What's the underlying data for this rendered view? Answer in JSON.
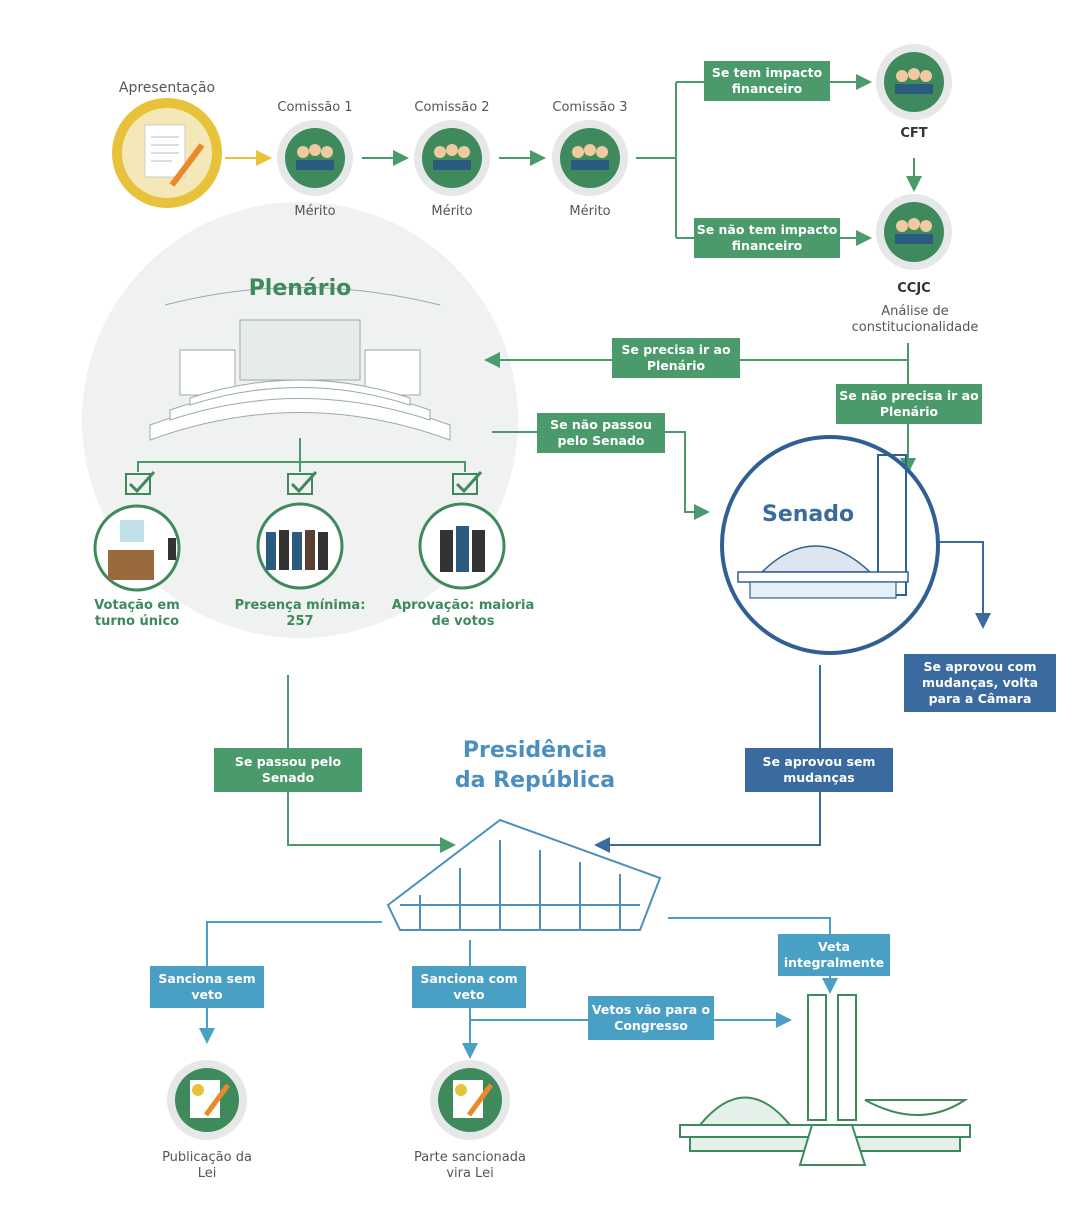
{
  "steps": {
    "apresentacao": "Apresentação",
    "comissao1": "Comissão 1",
    "comissao2": "Comissão 2",
    "comissao3": "Comissão 3",
    "merito": "Mérito",
    "cft": "CFT",
    "ccjc": "CCJC",
    "ccjc_desc": "Análise de constitucionalidade"
  },
  "branches": {
    "tem_impacto": "Se tem impacto financeiro",
    "nao_tem_impacto": "Se não tem impacto financeiro",
    "precisa_plenario": "Se precisa ir ao Plenário",
    "nao_precisa_plenario": "Se não precisa ir ao Plenário",
    "nao_passou_senado": "Se não passou pelo Senado",
    "passou_senado": "Se passou pelo Senado",
    "aprovou_sem_mudancas": "Se aprovou sem mudanças",
    "aprovou_com_mudancas": "Se aprovou com mudanças, volta para a Câmara",
    "sanciona_sem_veto": "Sanciona sem veto",
    "sanciona_com_veto": "Sanciona com veto",
    "veta_integralmente": "Veta integralmente",
    "vetos_congresso": "Vetos vão para o Congresso"
  },
  "plenario": {
    "title": "Plenário",
    "votacao": "Votação em turno único",
    "presenca": "Presença mínima: 257",
    "aprovacao": "Aprovação: maioria de votos"
  },
  "senado": {
    "title": "Senado"
  },
  "presidencia": {
    "line1": "Presidência",
    "line2": "da República"
  },
  "results": {
    "publicacao": "Publicação da Lei",
    "parte": "Parte sancionada vira Lei"
  },
  "colors": {
    "green": "#4b9a6b",
    "dark_green": "#3e8a5c",
    "blue": "#3a6a9e",
    "light_blue": "#4aa0c4",
    "yellow": "#e8c23a"
  }
}
